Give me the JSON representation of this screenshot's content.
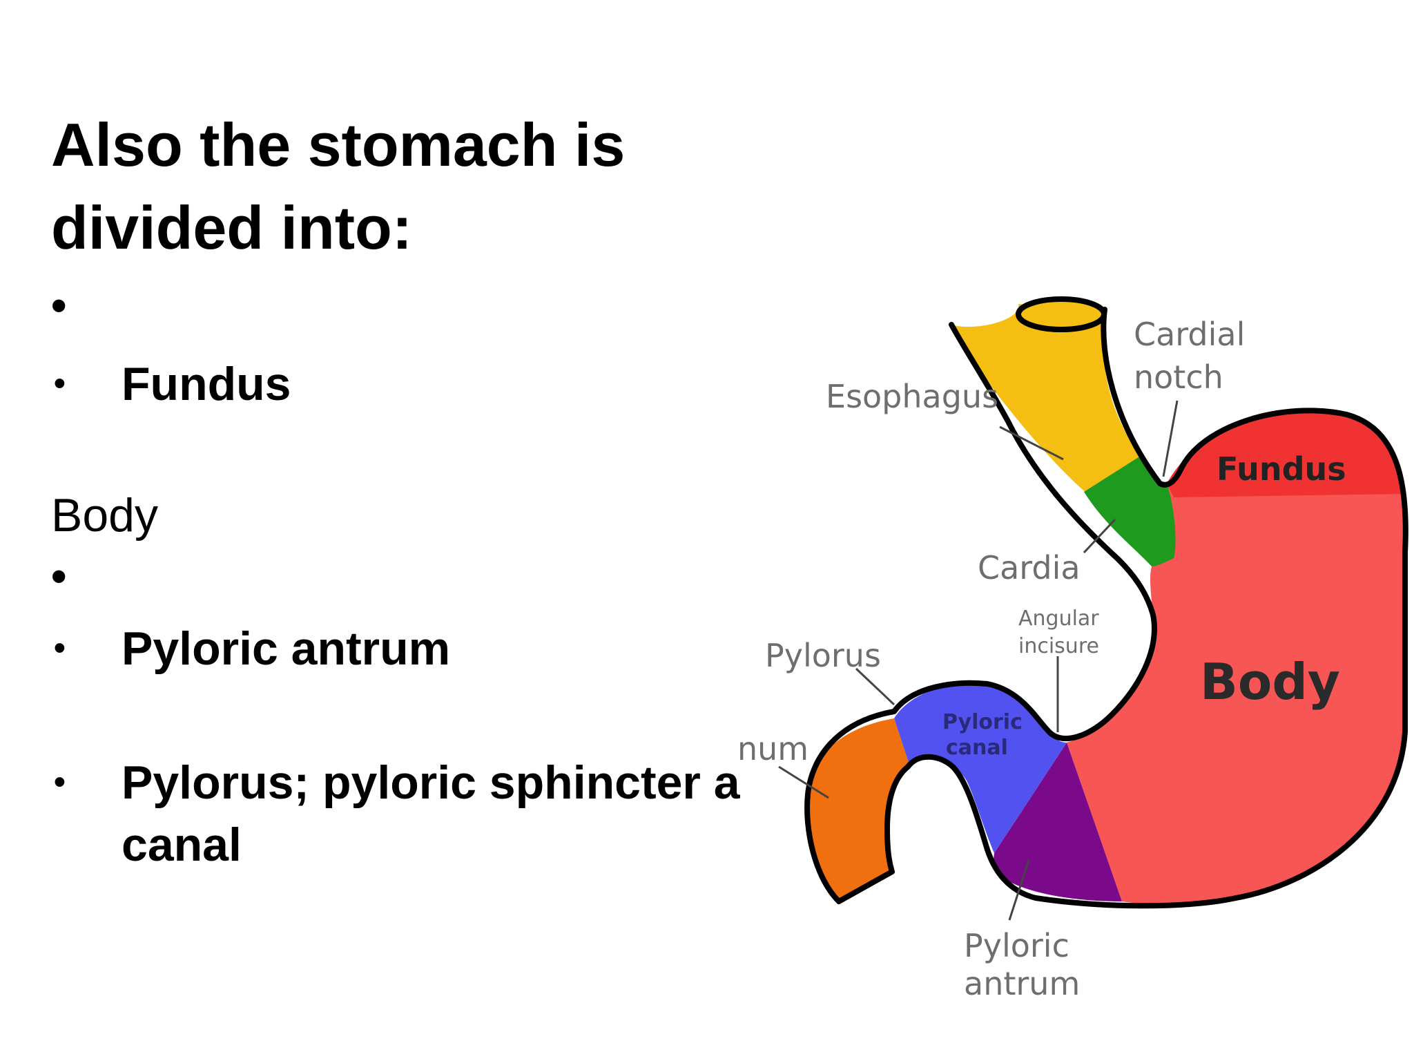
{
  "slide": {
    "title_line1": "Also the stomach is",
    "title_line2": "divided into:",
    "empty_bullet": "•",
    "bullet_glyph": "•",
    "items": [
      {
        "text": "Fundus"
      },
      {
        "text": "Pyloric antrum"
      },
      {
        "text": "Pylorus; pyloric sphincter a"
      },
      {
        "text": "canal"
      }
    ],
    "plain_body": "Body"
  },
  "diagram": {
    "labels": {
      "esophagus": "Esophagus",
      "cardial_notch_1": "Cardial",
      "cardial_notch_2": "notch",
      "fundus": "Fundus",
      "cardia": "Cardia",
      "angular_1": "Angular",
      "angular_2": "incisure",
      "pylorus": "Pylorus",
      "body": "Body",
      "duodenum_fragment": "num",
      "pyloric_canal_1": "Pyloric",
      "pyloric_canal_2": "canal",
      "pyloric_antrum_1": "Pyloric",
      "pyloric_antrum_2": "antrum"
    },
    "colors": {
      "esophagus": "#f5be12",
      "cardia": "#1e9a1e",
      "fundus": "#f03232",
      "body": "#f85555",
      "pyloric_antrum": "#7a0a8a",
      "pyloric_canal": "#5252f0",
      "duodenum": "#f07010",
      "outline": "#000000"
    }
  }
}
